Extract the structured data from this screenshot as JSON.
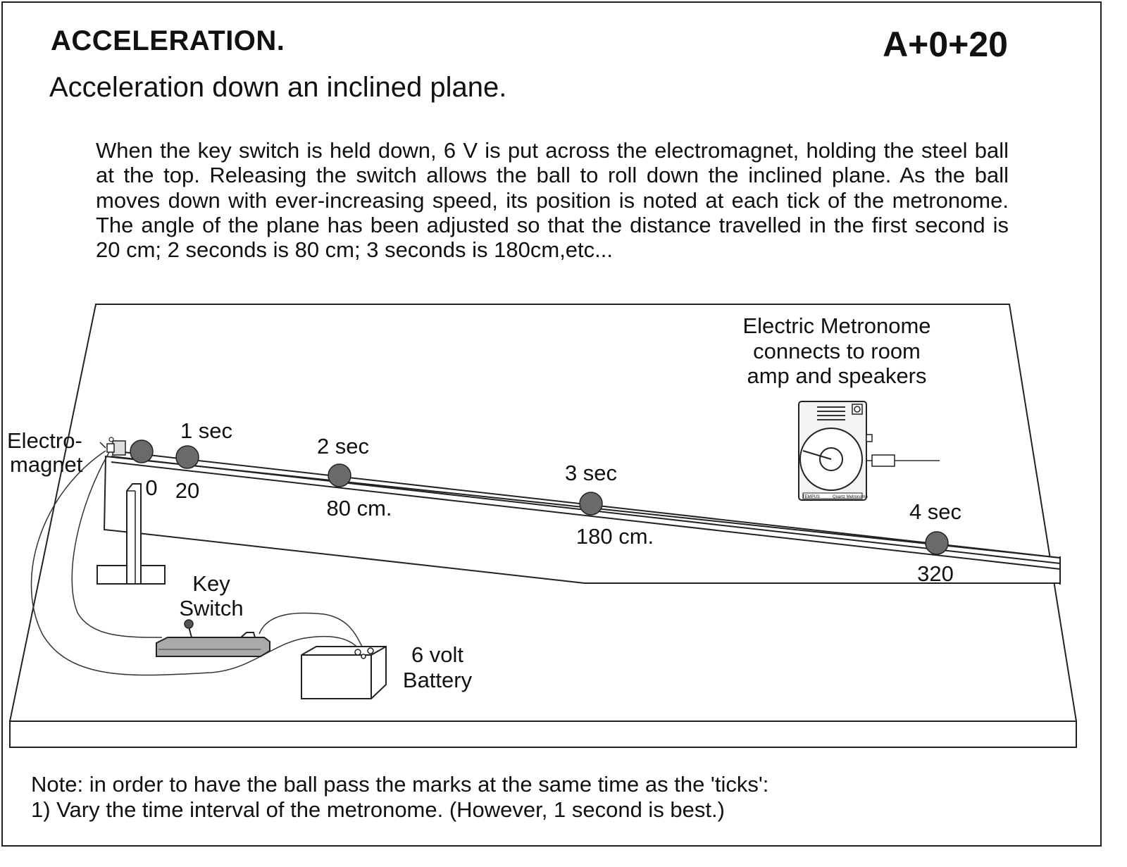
{
  "header": {
    "title": "ACCELERATION.",
    "code": "A+0+20",
    "subtitle": "Acceleration down an inclined plane."
  },
  "description": "When the key switch is held down, 6 V is put across the electromagnet, holding the steel ball at the top.  Releasing the switch allows the ball to roll down the inclined plane.  As the ball moves down with ever-increasing speed, its position is noted at each tick of the metronome. The angle of the plane has been adjusted so that the distance travelled in the first second is 20 cm; 2 seconds is 80 cm; 3 seconds is 180cm,etc...",
  "diagram": {
    "electromagnet_label": [
      "Electro-",
      "magnet"
    ],
    "metronome_label": [
      "Electric Metronome",
      "connects to room",
      "amp and speakers"
    ],
    "metronome_brand": "TEMPUS",
    "metronome_model": "Quartz Metronome",
    "key_switch_label": [
      "Key",
      "Switch"
    ],
    "battery_label": [
      "6 volt",
      "Battery"
    ],
    "time_labels": [
      "1 sec",
      "2 sec",
      "3 sec",
      "4 sec"
    ],
    "position_labels": [
      "0",
      "20",
      "80 cm.",
      "180 cm.",
      "320"
    ]
  },
  "note": {
    "intro": "Note: in order to have the ball pass the marks at the same time as the 'ticks':",
    "items": [
      "1)  Vary the time interval of the metronome. (However, 1 second is best.)"
    ]
  }
}
